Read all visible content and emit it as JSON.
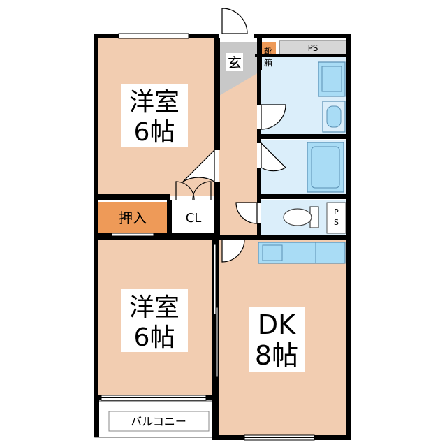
{
  "colors": {
    "room": "#f2cdb1",
    "storage": "#ee9a58",
    "wet": "#dbeefa",
    "fixture": "#a9dcf5",
    "wall": "#000000",
    "closet": "#ffffff",
    "entry": "#c8c8c8"
  },
  "rooms": {
    "bedroom_top": {
      "line1": "洋室",
      "line2": "6帖"
    },
    "bedroom_bottom": {
      "line1": "洋室",
      "line2": "6帖"
    },
    "dk": {
      "line1": "DK",
      "line2": "8帖"
    }
  },
  "labels": {
    "oshiire": "押入",
    "closet": "CL",
    "entrance": "玄",
    "shoe_box_1": "靴",
    "shoe_box_2": "箱",
    "ps_top": "PS",
    "ps_side_1": "P",
    "ps_side_2": "S",
    "balcony": "バルコニー"
  }
}
